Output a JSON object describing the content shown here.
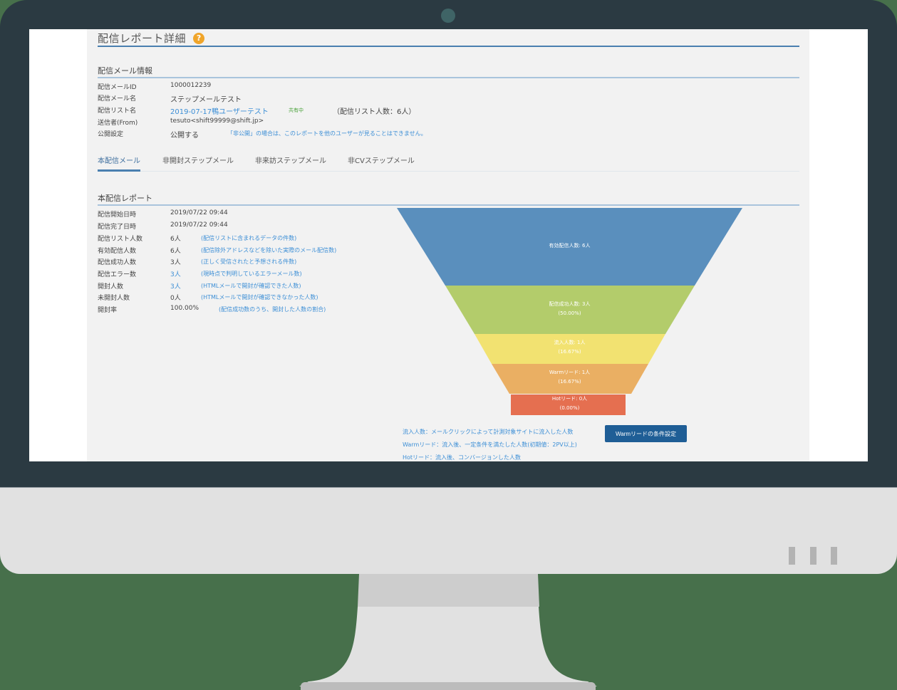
{
  "page": {
    "title": "配信レポート詳細",
    "help_icon": "?"
  },
  "mail_info": {
    "section_title": "配信メール情報",
    "rows": [
      {
        "label": "配信メールID",
        "value": "1000012239"
      },
      {
        "label": "配信メール名",
        "value": "ステップメールテスト"
      },
      {
        "label": "配信リスト名",
        "value": "2019-07-17鴨ユーザーテスト",
        "badge": "共有中",
        "extra": "（配信リスト人数：6人）"
      },
      {
        "label": "送信者(From)",
        "value": "tesuto<shift99999@shift.jp>"
      },
      {
        "label": "公開設定",
        "value": "公開する",
        "note": "「非公開」の場合は、このレポートを他のユーザーが見ることはできません。"
      }
    ]
  },
  "tabs": [
    {
      "label": "本配信メール",
      "active": true
    },
    {
      "label": "非開封ステップメール",
      "active": false
    },
    {
      "label": "非来訪ステップメール",
      "active": false
    },
    {
      "label": "非CVステップメール",
      "active": false
    }
  ],
  "report": {
    "section_title": "本配信レポート",
    "rows": [
      {
        "label": "配信開始日時",
        "value": "2019/07/22 09:44",
        "note": ""
      },
      {
        "label": "配信完了日時",
        "value": "2019/07/22 09:44",
        "note": ""
      },
      {
        "label": "配信リスト人数",
        "value": "6人",
        "note": "(配信リストに含まれるデータの件数)"
      },
      {
        "label": "有効配信人数",
        "value": "6人",
        "note": "(配信除外アドレスなどを除いた実際のメール配信数)"
      },
      {
        "label": "配信成功人数",
        "value": "3人",
        "note": "(正しく受信されたと予想される件数)"
      },
      {
        "label": "配信エラー数",
        "value": "3人",
        "note": "(現時点で判明しているエラーメール数)"
      },
      {
        "label": "開封人数",
        "value": "3人",
        "note": "(HTMLメールで開封が確認できた人数)"
      },
      {
        "label": "未開封人数",
        "value": "0人",
        "note": "(HTMLメールで開封が確認できなかった人数)"
      },
      {
        "label": "開封率",
        "value": "100.00%",
        "note": "(配信成功数のうち、開封した人数の割合)"
      }
    ]
  },
  "funnel": {
    "stages": [
      {
        "label": "有効配信人数: 6人",
        "pct": "",
        "color": "#5a8fbd"
      },
      {
        "label": "配信成功人数: 3人",
        "pct": "(50.00%)",
        "color": "#b3cc6b"
      },
      {
        "label": "流入人数: 1人",
        "pct": "(16.67%)",
        "color": "#f2e271"
      },
      {
        "label": "Warmリード: 1人",
        "pct": "(16.67%)",
        "color": "#eaaf63"
      },
      {
        "label": "Hotリード: 0人",
        "pct": "(0.00%)",
        "color": "#e56f50"
      }
    ]
  },
  "legend": [
    "流入人数：メールクリックによって計測対象サイトに流入した人数",
    "Warmリード：流入後、一定条件を満たした人数(初期値：2PV以上)",
    "Hotリード：流入後、コンバージョンした人数"
  ],
  "warm_button": "Warmリードの条件設定",
  "chart_data": {
    "type": "funnel",
    "title": "本配信レポート",
    "categories": [
      "有効配信人数",
      "配信成功人数",
      "流入人数",
      "Warmリード",
      "Hotリード"
    ],
    "values": [
      6,
      3,
      1,
      1,
      0
    ],
    "percentages": [
      null,
      50.0,
      16.67,
      16.67,
      0.0
    ],
    "colors": [
      "#5a8fbd",
      "#b3cc6b",
      "#f2e271",
      "#eaaf63",
      "#e56f50"
    ]
  }
}
